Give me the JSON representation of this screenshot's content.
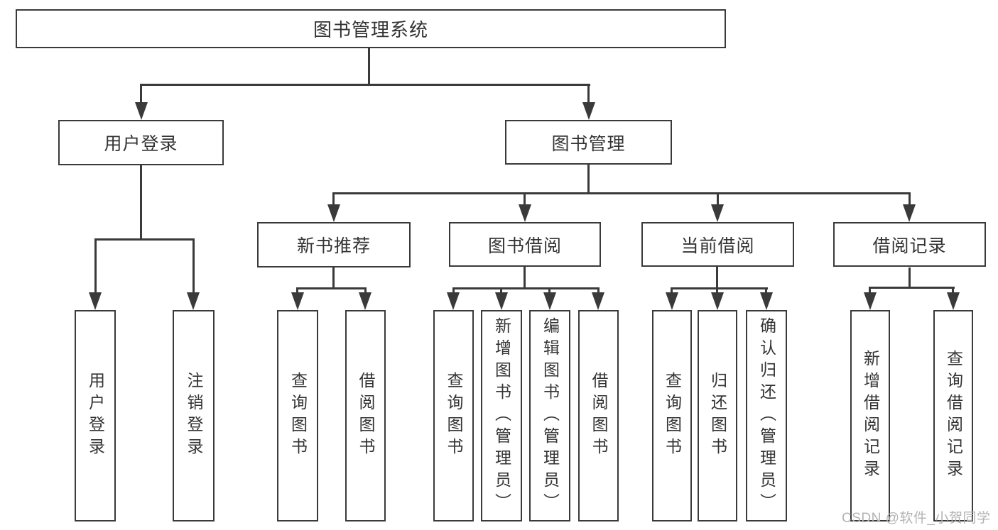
{
  "diagram": {
    "root": "图书管理系统",
    "level2": [
      {
        "label": "用户登录",
        "children": [
          "用户登录",
          "注销登录"
        ]
      },
      {
        "label": "图书管理"
      }
    ],
    "level3": [
      {
        "label": "新书推荐",
        "children": [
          "查询图书",
          "借阅图书"
        ]
      },
      {
        "label": "图书借阅",
        "children": [
          "查询图书",
          "新增图书（管理员）",
          "编辑图书（管理员）",
          "借阅图书"
        ]
      },
      {
        "label": "当前借阅",
        "children": [
          "查询图书",
          "归还图书",
          "确认归还（管理员）"
        ]
      },
      {
        "label": "借阅记录",
        "children": [
          "新增借阅记录",
          "查询借阅记录"
        ]
      }
    ]
  },
  "watermark": "CSDN @软件_小贺同学",
  "colors": {
    "line": "#3a3a3a",
    "text": "#333333",
    "watermark": "#b3b3b3",
    "background": "#ffffff"
  }
}
